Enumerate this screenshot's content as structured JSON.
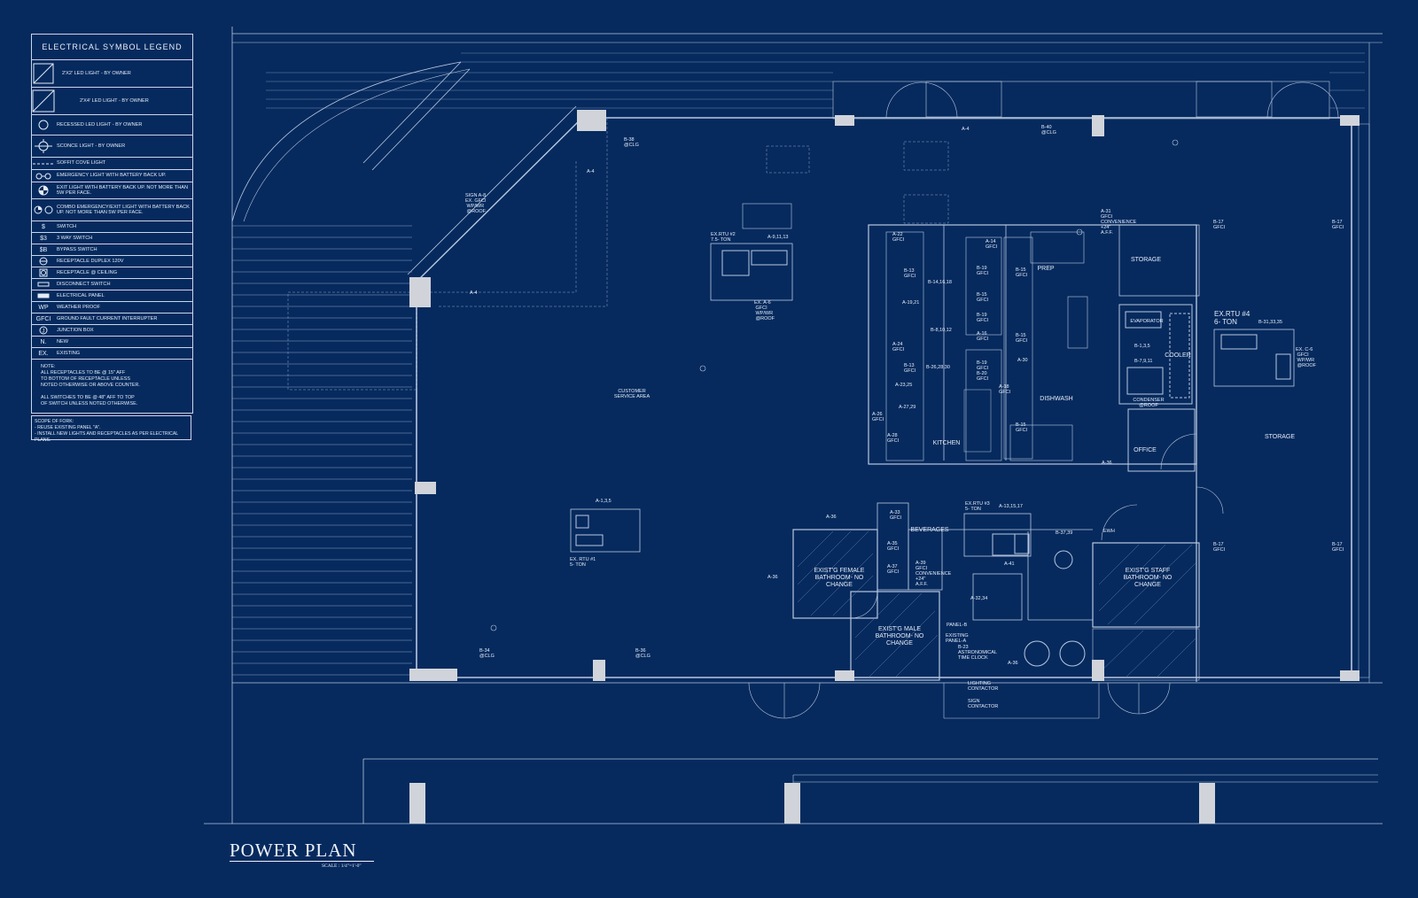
{
  "legend": {
    "title": "ELECTRICAL SYMBOL LEGEND",
    "rows": [
      {
        "symbol": "led-2x2-icon",
        "label": "2'X2' LED LIGHT - BY OWNER"
      },
      {
        "symbol": "led-2x4-icon",
        "label": "2'X4' LED LIGHT - BY OWNER"
      },
      {
        "symbol": "recessed-light-icon",
        "label": "RECESSED LED LIGHT - BY OWNER"
      },
      {
        "symbol": "sconce-light-icon",
        "label": "SCONCE LIGHT - BY OWNER"
      },
      {
        "symbol": "soffit-cove-light-icon",
        "label": "SOFFIT COVE LIGHT"
      },
      {
        "symbol": "emergency-light-icon",
        "label": "EMERGENCY LIGHT WITH BATTERY BACK UP."
      },
      {
        "symbol": "exit-light-icon",
        "label": "EXIT LIGHT WITH BATTERY BACK UP. NOT MORE THAN 5W PER FACE."
      },
      {
        "symbol": "combo-exit-light-icon",
        "label": "COMBO EMERGENCY/EXIT LIGHT WITH BATTERY BACK UP. NOT MORE THAN 5W PER FACE."
      },
      {
        "symbol": "$",
        "label": "SWITCH"
      },
      {
        "symbol": "$3",
        "label": "3 WAY SWITCH"
      },
      {
        "symbol": "$B",
        "label": "BYPASS SWITCH"
      },
      {
        "symbol": "receptacle-duplex-icon",
        "label": "RECEPTACLE DUPLEX 120V"
      },
      {
        "symbol": "receptacle-ceiling-icon",
        "label": "RECEPTACLE @ CEILING"
      },
      {
        "symbol": "disconnect-switch-icon",
        "label": "DISCONNECT SWITCH"
      },
      {
        "symbol": "electrical-panel-icon",
        "label": "ELECTRICAL PANEL"
      },
      {
        "symbol": "WP",
        "label": "WEATHER PROOF"
      },
      {
        "symbol": "GFCI",
        "label": "GROUND FAULT CURRENT INTERRUPTER"
      },
      {
        "symbol": "junction-box-icon",
        "label": "JUNCTION BOX"
      },
      {
        "symbol": "N.",
        "label": "NEW"
      },
      {
        "symbol": "EX.",
        "label": "EXISTING"
      }
    ],
    "note": "NOTE:\nALL RECEPTACLES TO BE @ 15\" AFF\nTO BOTTOM OF RECEPTACLE UNLESS\nNOTED OTHERWISE OR ABOVE COUNTER.\n\nALL SWITCHES TO BE @ 48\" AFF TO TOP\nOF SWITCH UNLESS NOTED OTHERWISE."
  },
  "scope": "SCOPE OF FORK:\n- REUSE EXISTING PANEL \"A\".\n- INSTALL NEW LIGHTS AND RECEPTACLES AS PER ELECTRICAL PLANS.",
  "title_block": {
    "title": "POWER PLAN",
    "scale": "SCALE : 1/4\"=1'-0\""
  },
  "rooms": [
    {
      "id": "customer-service-area",
      "text": "CUSTOMER\nSERVICE AREA"
    },
    {
      "id": "kitchen",
      "text": "KITCHEN"
    },
    {
      "id": "prep",
      "text": "PREP"
    },
    {
      "id": "dishwash",
      "text": "DISHWASH"
    },
    {
      "id": "storage-upper",
      "text": "STORAGE"
    },
    {
      "id": "storage-right",
      "text": "STORAGE"
    },
    {
      "id": "office",
      "text": "OFFICE"
    },
    {
      "id": "cooler",
      "text": "COOLER"
    },
    {
      "id": "evaporator",
      "text": "EVAPORATOR"
    },
    {
      "id": "condenser",
      "text": "CONDENSER\n@ROOF"
    },
    {
      "id": "beverages",
      "text": "BEVERAGES"
    },
    {
      "id": "female-bathroom",
      "text": "EXIST'G FEMALE\nBATHROOM- NO\nCHANGE"
    },
    {
      "id": "male-bathroom",
      "text": "EXIST'G MALE\nBATHROOM- NO\nCHANGE"
    },
    {
      "id": "staff-bathroom",
      "text": "EXIST'G STAFF\nBATHROOM- NO\nCHANGE"
    }
  ],
  "equipment": [
    {
      "id": "rtu1",
      "text": "EX. RTU #1\n5- TON"
    },
    {
      "id": "rtu2",
      "text": "EX.RTU #2\n7.5- TON"
    },
    {
      "id": "rtu3",
      "text": "EX.RTU #3\n5- TON"
    },
    {
      "id": "rtu4",
      "text": "EX.RTU #4\n6- TON"
    }
  ],
  "circuit_labels": [
    {
      "id": "b38",
      "text": "B-38\n@CLG"
    },
    {
      "id": "a4-top",
      "text": "A-4"
    },
    {
      "id": "a4-angled",
      "text": "A-4"
    },
    {
      "id": "a4-left",
      "text": "A-4"
    },
    {
      "id": "b40",
      "text": "B-40\n@CLG"
    },
    {
      "id": "sign-a8",
      "text": "SIGN  A-8\nEX.    GFCI\n          WP/WR\n          @ROOF"
    },
    {
      "id": "a9-11-13",
      "text": "A-9,11,13"
    },
    {
      "id": "a6-rtu2",
      "text": "EX.   A-6\n        GFCI\n        WP/WR\n        @ROOF"
    },
    {
      "id": "a31",
      "text": "A-31\nGFCI\nCONVENIENCE\n+24\"\nA.F.F."
    },
    {
      "id": "b17-1",
      "text": "B-17\nGFCI"
    },
    {
      "id": "b17-2",
      "text": "B-17\nGFCI"
    },
    {
      "id": "b17-3",
      "text": "B-17\nGFCI"
    },
    {
      "id": "b17-4",
      "text": "B-17\nGFCI"
    },
    {
      "id": "b31-33-35",
      "text": "B-31,33,35"
    },
    {
      "id": "c6",
      "text": "EX.    C-6\n         GFCI\n         WP/WR\n         @ROOF"
    },
    {
      "id": "a22",
      "text": "A-22\nGFCI"
    },
    {
      "id": "a14",
      "text": "A-14\nGFCI"
    },
    {
      "id": "b13-1",
      "text": "B-13\nGFCI"
    },
    {
      "id": "b19-1",
      "text": "B-19\nGFCI"
    },
    {
      "id": "b15-1",
      "text": "B-15\nGFCI"
    },
    {
      "id": "b14-16-18",
      "text": "B-14,16,18"
    },
    {
      "id": "a19-21",
      "text": "A-19,21"
    },
    {
      "id": "b15-2",
      "text": "B-15\nGFCI"
    },
    {
      "id": "b8-10-12",
      "text": "B-8,10,12"
    },
    {
      "id": "b19-2",
      "text": "B-19\nGFCI"
    },
    {
      "id": "a16",
      "text": "A-16\nGFCI"
    },
    {
      "id": "b15-3",
      "text": "B-15\nGFCI"
    },
    {
      "id": "a24",
      "text": "A-24\nGFCI"
    },
    {
      "id": "b13-2",
      "text": "B-13\nGFCI"
    },
    {
      "id": "b26-28-30",
      "text": "B-26,28,30"
    },
    {
      "id": "b19-3",
      "text": "B-19\nGFCI"
    },
    {
      "id": "a30",
      "text": "A-30"
    },
    {
      "id": "b1-3-5",
      "text": "B-1,3,5"
    },
    {
      "id": "b7-9-11",
      "text": "B-7,9,11"
    },
    {
      "id": "a23-25",
      "text": "A-23,25"
    },
    {
      "id": "b20",
      "text": "B-20\nGFCI"
    },
    {
      "id": "a18",
      "text": "A-18\nGFCI"
    },
    {
      "id": "a27-29",
      "text": "A-27,29"
    },
    {
      "id": "a26",
      "text": "A-26\nGFCI"
    },
    {
      "id": "b15-4",
      "text": "B-15\nGFCI"
    },
    {
      "id": "a28",
      "text": "A-28\nGFCI"
    },
    {
      "id": "a36-office",
      "text": "A-36"
    },
    {
      "id": "a1-3-5",
      "text": "A-1,3,5"
    },
    {
      "id": "a36-female",
      "text": "A-36"
    },
    {
      "id": "a33",
      "text": "A-33\nGFCI"
    },
    {
      "id": "a13-15-17",
      "text": "A-13,15,17"
    },
    {
      "id": "a35",
      "text": "A-35\nGFCI"
    },
    {
      "id": "a37",
      "text": "A-37\nGFCI"
    },
    {
      "id": "a39",
      "text": "A-39\nGFCI\nCONVENIENCE\n+24\"\nA.F.F."
    },
    {
      "id": "b37-39",
      "text": "B-37,39"
    },
    {
      "id": "ewh",
      "text": "EWH"
    },
    {
      "id": "a41",
      "text": "A-41"
    },
    {
      "id": "a36-left",
      "text": "A-36"
    },
    {
      "id": "a32-34",
      "text": "A-32,34"
    },
    {
      "id": "panel-b",
      "text": "PANEL-B"
    },
    {
      "id": "existing-panel-a",
      "text": "EXISTING\nPANEL-A"
    },
    {
      "id": "b23",
      "text": "B-23\nASTRONOMICAL\nTIME CLOCK"
    },
    {
      "id": "a36-bottom",
      "text": "A-36"
    },
    {
      "id": "lighting-contactor",
      "text": "LIGHTING\nCONTACTOR"
    },
    {
      "id": "sign-contactor",
      "text": "SIGN\nCONTACTOR"
    },
    {
      "id": "b34",
      "text": "B-34\n@CLG"
    },
    {
      "id": "b36",
      "text": "B-36\n@CLG"
    }
  ]
}
